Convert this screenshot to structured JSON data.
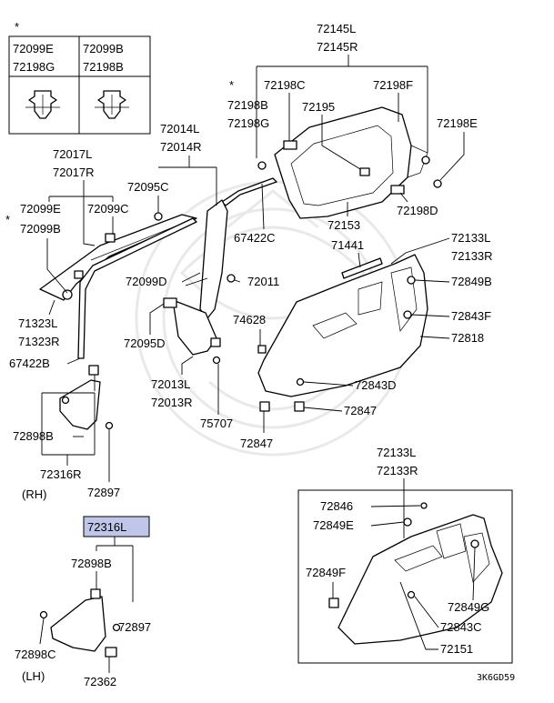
{
  "diagram": {
    "code": "3K6GD59",
    "asterisk": "*",
    "clip_table": {
      "left_codes": [
        "72099E",
        "72198G"
      ],
      "right_codes": [
        "72099B",
        "72198B"
      ]
    },
    "labels": {
      "p72145": [
        "72145L",
        "72145R"
      ],
      "p72198C": "72198C",
      "p72198F": "72198F",
      "p72198B_G": [
        "72198B",
        "72198G"
      ],
      "p72195": "72195",
      "p72198E": "72198E",
      "p72014": [
        "72014L",
        "72014R"
      ],
      "p72017": [
        "72017L",
        "72017R"
      ],
      "p72095C": "72095C",
      "p72099E": "72099E",
      "p72099C": "72099C",
      "p72099B": "72099B",
      "p72153": "72153",
      "p72198D": "72198D",
      "p67422C": "67422C",
      "p72133_top": [
        "72133L",
        "72133R"
      ],
      "p71441": "71441",
      "p72099D": "72099D",
      "p72011": "72011",
      "p72849B": "72849B",
      "p71323": [
        "71323L",
        "71323R"
      ],
      "p74628": "74628",
      "p72843F": "72843F",
      "p72095D": "72095D",
      "p72818": "72818",
      "p67422B": "67422B",
      "p72013": [
        "72013L",
        "72013R"
      ],
      "p72843D": "72843D",
      "p72847a": "72847",
      "p72898B_rh": "72898B",
      "p75707": "75707",
      "p72847b": "72847",
      "p72316R": "72316R",
      "p72897_rh": "72897",
      "rh": "(RH)",
      "p72133_bot": [
        "72133L",
        "72133R"
      ],
      "p72316L": "72316L",
      "p72846": "72846",
      "p72849E": "72849E",
      "p72898B_lh": "72898B",
      "p72849F": "72849F",
      "p72849G": "72849G",
      "p72897_lh": "72897",
      "p72843C": "72843C",
      "p72898C": "72898C",
      "p72151": "72151",
      "lh": "(LH)",
      "p72362": "72362"
    },
    "highlight_color": "#bfc6e8"
  }
}
